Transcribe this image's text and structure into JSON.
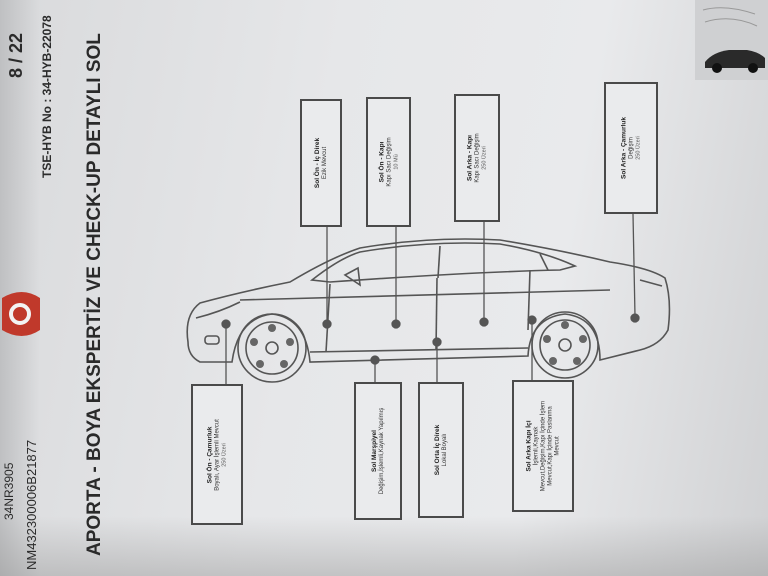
{
  "header": {
    "title": "APORTA - BOYA EKSPERTİZ VE CHECK-UP DETAYLI SOL",
    "page_number": "8 / 22",
    "plate_line": "TSE-HYB No : 34-HYB-22078",
    "report_id": "NM432300006B21877",
    "plate_small": "34NR3905"
  },
  "colors": {
    "border": "#4a4a4a",
    "paper": "#e6e7e9",
    "logo": "#c0392b"
  },
  "parts": [
    {
      "key": "sol-on-ic-direk",
      "title": "Sol Ön - İç Direk",
      "desc": "Ezik Mevcut",
      "note": ""
    },
    {
      "key": "sol-on-kapi",
      "title": "Sol Ön - Kapı",
      "desc": "Kapı Sacı Değişim",
      "note": "10 Mü"
    },
    {
      "key": "sol-arka-kapi",
      "title": "Sol Arka - Kapı",
      "desc": "Kapı Sacı Değişim",
      "note": "250 Üzeri"
    },
    {
      "key": "sol-arka-camurluk",
      "title": "Sol Arka - Çamurluk",
      "desc": "Değişim",
      "note": "250 Üzeri"
    },
    {
      "key": "sol-on-camurluk",
      "title": "Sol Ön - Çamurluk",
      "desc": "Boyalı, Ayar İşlemli Mevcut",
      "note": "250 Üzeri"
    },
    {
      "key": "sol-marspiyel",
      "title": "Sol Marşpiyel",
      "desc": "Değişim,İşlemli,Kaynak Yapılmış",
      "note": ""
    },
    {
      "key": "sol-orta-ic-direk",
      "title": "Sol Orta İç Direk",
      "desc": "Lokal Boyalı",
      "note": ""
    },
    {
      "key": "sol-arka-kapi-ici",
      "title": "Sol Arka Kapı İçi",
      "desc": "İşlemli,Kaynak",
      "desc2": "Mevcut,Değişim,Kapı İçinde İşlem",
      "desc3": "Mevcut,Kapı İçinde Paslanma",
      "note": "Mevcut"
    }
  ]
}
